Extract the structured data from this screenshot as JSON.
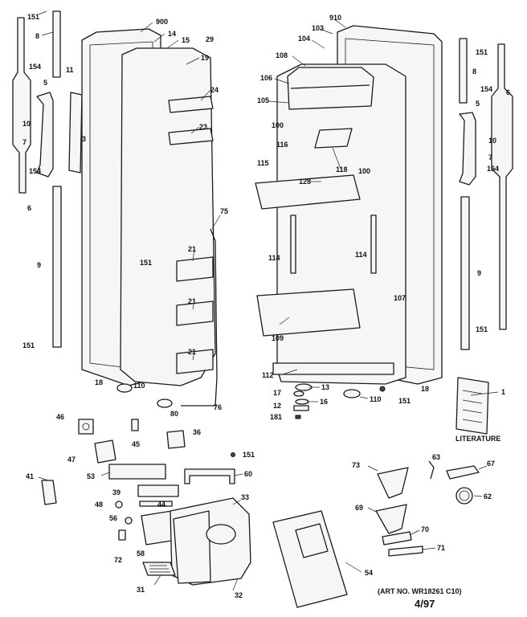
{
  "diagram": {
    "part_numbers": {
      "p151": "151",
      "p8": "8",
      "p900": "900",
      "p14": "14",
      "p15": "15",
      "p29": "29",
      "p910": "910",
      "p103": "103",
      "p104": "104",
      "p154": "154",
      "p11": "11",
      "p19": "19",
      "p108": "108",
      "p5": "5",
      "p106": "106",
      "p24": "24",
      "p105": "105",
      "p10": "10",
      "p3": "3",
      "p23": "23",
      "p100": "100",
      "p116": "116",
      "p7": "7",
      "p115": "115",
      "p118": "118",
      "p128": "128",
      "p6": "6",
      "p75": "75",
      "p114": "114",
      "p9": "9",
      "p21": "21",
      "p107": "107",
      "p109": "109",
      "p18": "18",
      "p112": "112",
      "p13": "13",
      "p110": "110",
      "p17": "17",
      "p16": "16",
      "p1": "1",
      "p12": "12",
      "p181": "181",
      "p76": "76",
      "p80": "80",
      "p46": "46",
      "p45": "45",
      "p36": "36",
      "p47": "47",
      "p53": "53",
      "p60": "60",
      "p41": "41",
      "p39": "39",
      "p33": "33",
      "p48": "48",
      "p44": "44",
      "p56": "56",
      "p58": "58",
      "p72": "72",
      "p31": "31",
      "p32": "32",
      "p54": "54",
      "p73": "73",
      "p63": "63",
      "p67": "67",
      "p62": "62",
      "p69": "69",
      "p70": "70",
      "p71": "71"
    },
    "literature_label": "LITERATURE",
    "art_number": "(ART NO. WR18261 C10)",
    "date_code": "4/97"
  }
}
